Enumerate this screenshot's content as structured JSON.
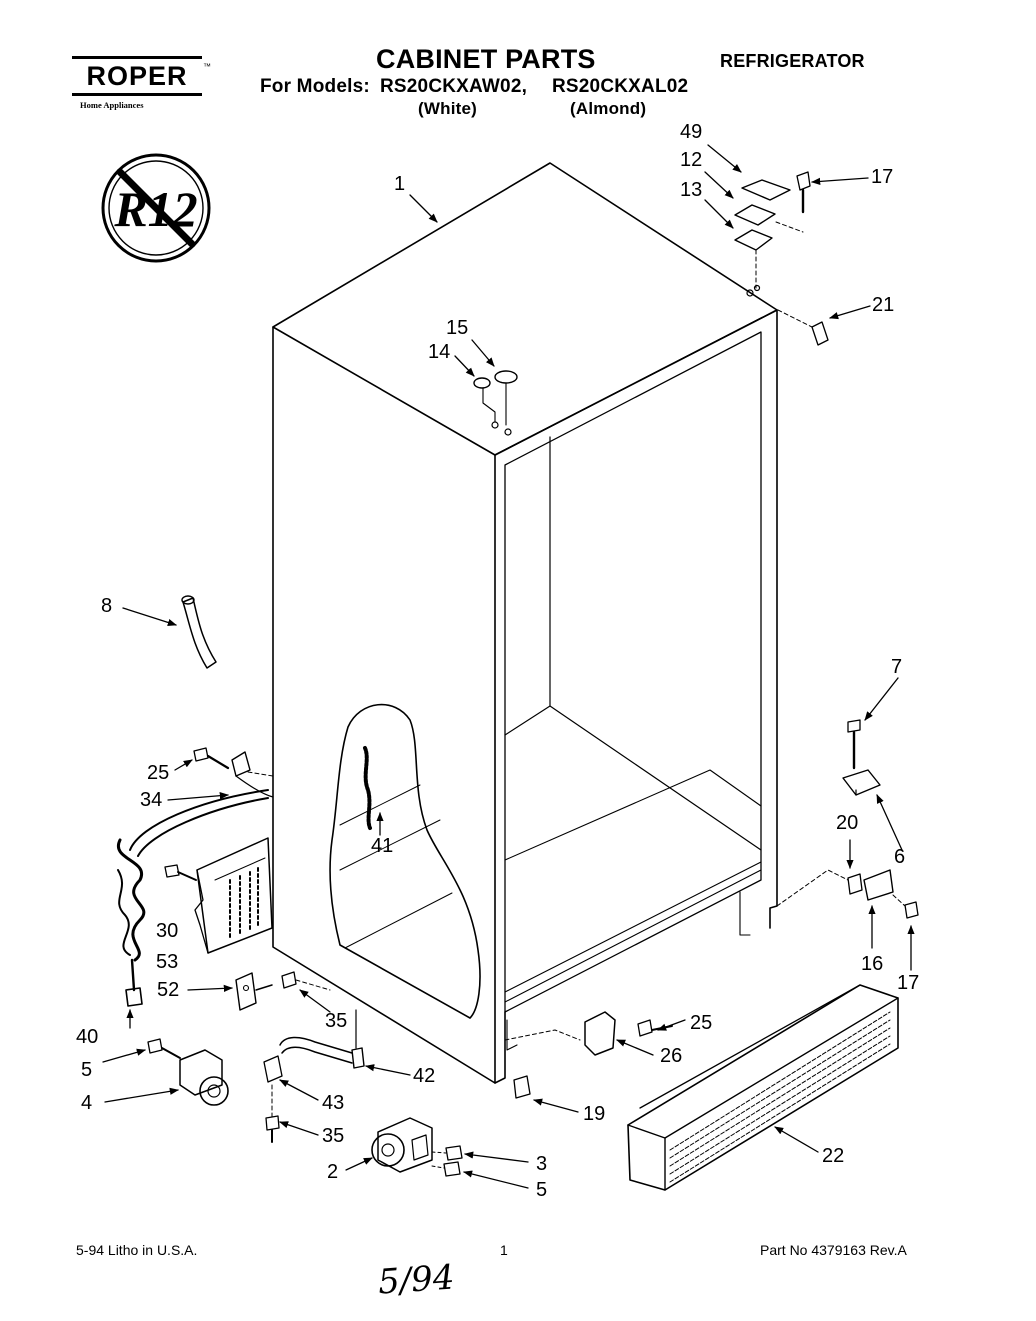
{
  "header": {
    "brand": "ROPER",
    "brand_tm": "™",
    "brand_sub": "Home Appliances",
    "title": "CABINET PARTS",
    "category": "REFRIGERATOR",
    "models_label": "For Models:",
    "models": [
      {
        "model": "RS20CKXAW02,",
        "color": "(White)"
      },
      {
        "model": "RS20CKXAL02",
        "color": "(Almond)"
      }
    ]
  },
  "badge": {
    "text": "R12",
    "meaning": "no-r12-refrigerant-symbol"
  },
  "callouts": {
    "c1": "1",
    "c49": "49",
    "c12": "12",
    "c13": "13",
    "c17a": "17",
    "c21": "21",
    "c15": "15",
    "c14": "14",
    "c8": "8",
    "c7": "7",
    "c25a": "25",
    "c34": "34",
    "c41": "41",
    "c6": "6",
    "c20": "20",
    "c30": "30",
    "c53": "53",
    "c16": "16",
    "c17b": "17",
    "c52": "52",
    "c40": "40",
    "c35a": "35",
    "c25b": "25",
    "c5a": "5",
    "c26": "26",
    "c42": "42",
    "c4": "4",
    "c43": "43",
    "c19": "19",
    "c35b": "35",
    "c22": "22",
    "c3": "3",
    "c2": "2",
    "c5b": "5"
  },
  "footer": {
    "left": "5-94  Litho in U.S.A.",
    "page": "1",
    "right": "Part No 4379163 Rev.A",
    "handwritten": "5/94"
  }
}
